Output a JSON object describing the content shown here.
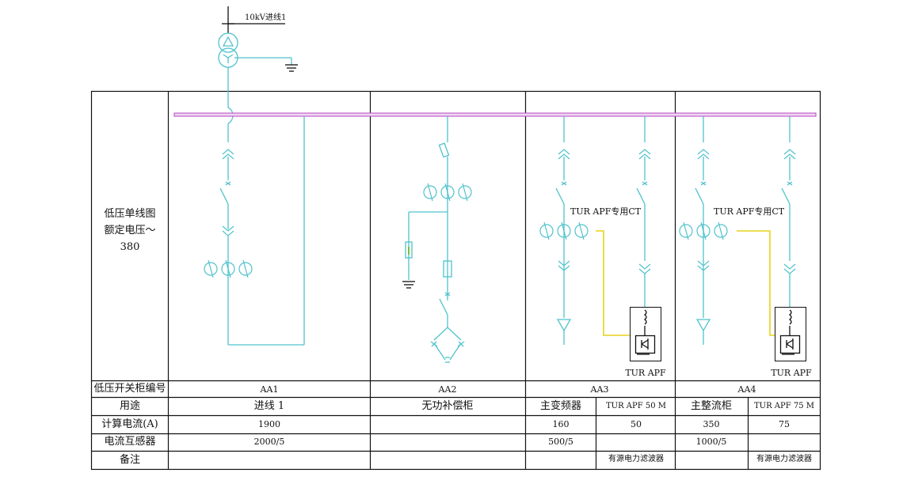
{
  "diagram": {
    "incoming_label": "10kV进线1",
    "left_header": [
      "低压单线图",
      "额定电压～",
      "380"
    ],
    "apf_ct_label": "TUR APF专用CT",
    "apf_box_label": "TUR APF",
    "table": {
      "row_headers": [
        "低压开关柜编号",
        "用途",
        "计算电流(A)",
        "电流互感器",
        "备注"
      ],
      "cabinets": [
        {
          "id": "AA1",
          "cells": [
            {
              "use": "进线 1",
              "current": "1900",
              "ct": "2000/5",
              "note": ""
            }
          ]
        },
        {
          "id": "AA2",
          "cells": [
            {
              "use": "无功补偿柜",
              "current": "",
              "ct": "",
              "note": ""
            }
          ]
        },
        {
          "id": "AA3",
          "cells": [
            {
              "use": "主变频器",
              "current": "160",
              "ct": "500/5",
              "note": ""
            },
            {
              "use": "TUR APF 50 M",
              "current": "50",
              "ct": "",
              "note": "有源电力滤波器"
            }
          ]
        },
        {
          "id": "AA4",
          "cells": [
            {
              "use": "主整流柜",
              "current": "350",
              "ct": "1000/5",
              "note": ""
            },
            {
              "use": "TUR APF 75 M",
              "current": "75",
              "ct": "",
              "note": "有源电力滤波器"
            }
          ]
        }
      ]
    }
  }
}
